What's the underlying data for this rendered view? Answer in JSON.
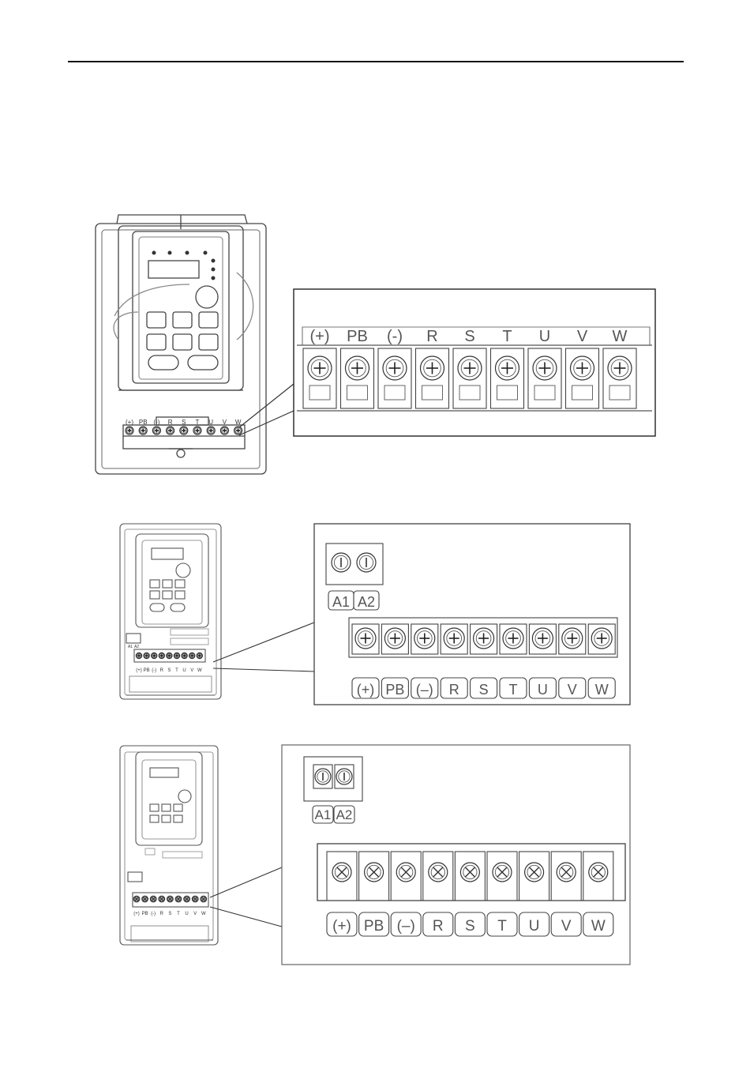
{
  "terminals": [
    "(+)",
    "PB",
    "(-)",
    "R",
    "S",
    "T",
    "U",
    "V",
    "W"
  ],
  "figure1": {
    "labels": [
      "(+)",
      "PB",
      "(-)",
      "R",
      "S",
      "T",
      "U",
      "V",
      "W"
    ]
  },
  "figure2": {
    "control_labels": [
      "A1",
      "A2"
    ],
    "labels": [
      "(+)",
      "PB",
      "(–)",
      "R",
      "S",
      "T",
      "U",
      "V",
      "W"
    ],
    "small_labels": [
      "(+)",
      "PB",
      "(-)",
      "R",
      "S",
      "T",
      "U",
      "V",
      "W"
    ],
    "small_control": [
      "A1",
      "A2"
    ]
  },
  "figure3": {
    "control_labels": [
      "A1",
      "A2"
    ],
    "labels": [
      "(+)",
      "PB",
      "(–)",
      "R",
      "S",
      "T",
      "U",
      "V",
      "W"
    ],
    "small_labels": [
      "(+)",
      "PB",
      "(-)",
      "R",
      "S",
      "T",
      "U",
      "V",
      "W"
    ]
  }
}
